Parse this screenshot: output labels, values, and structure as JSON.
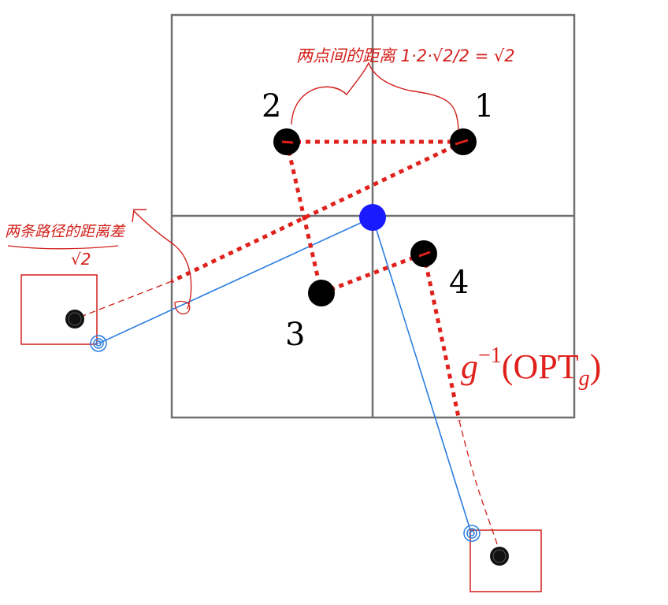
{
  "colors": {
    "grid": "#707070",
    "point": "#000000",
    "center_point": "#1a1aff",
    "blue_line": "#2a7ee0",
    "red_path": "#e0201b",
    "red_ink": "#d11f1a",
    "background": "#ffffff"
  },
  "points": [
    {
      "label": "1"
    },
    {
      "label": "2"
    },
    {
      "label": "3"
    },
    {
      "label": "4"
    }
  ],
  "formula": {
    "g": "g",
    "sup": "−1",
    "open": "(OPT",
    "sub": "g",
    "close": ")"
  },
  "annotations": {
    "top_note": "两点间的距离 1·2·√2/2 = √2",
    "left_note": "两条路径的距离差",
    "left_value": "√2"
  }
}
